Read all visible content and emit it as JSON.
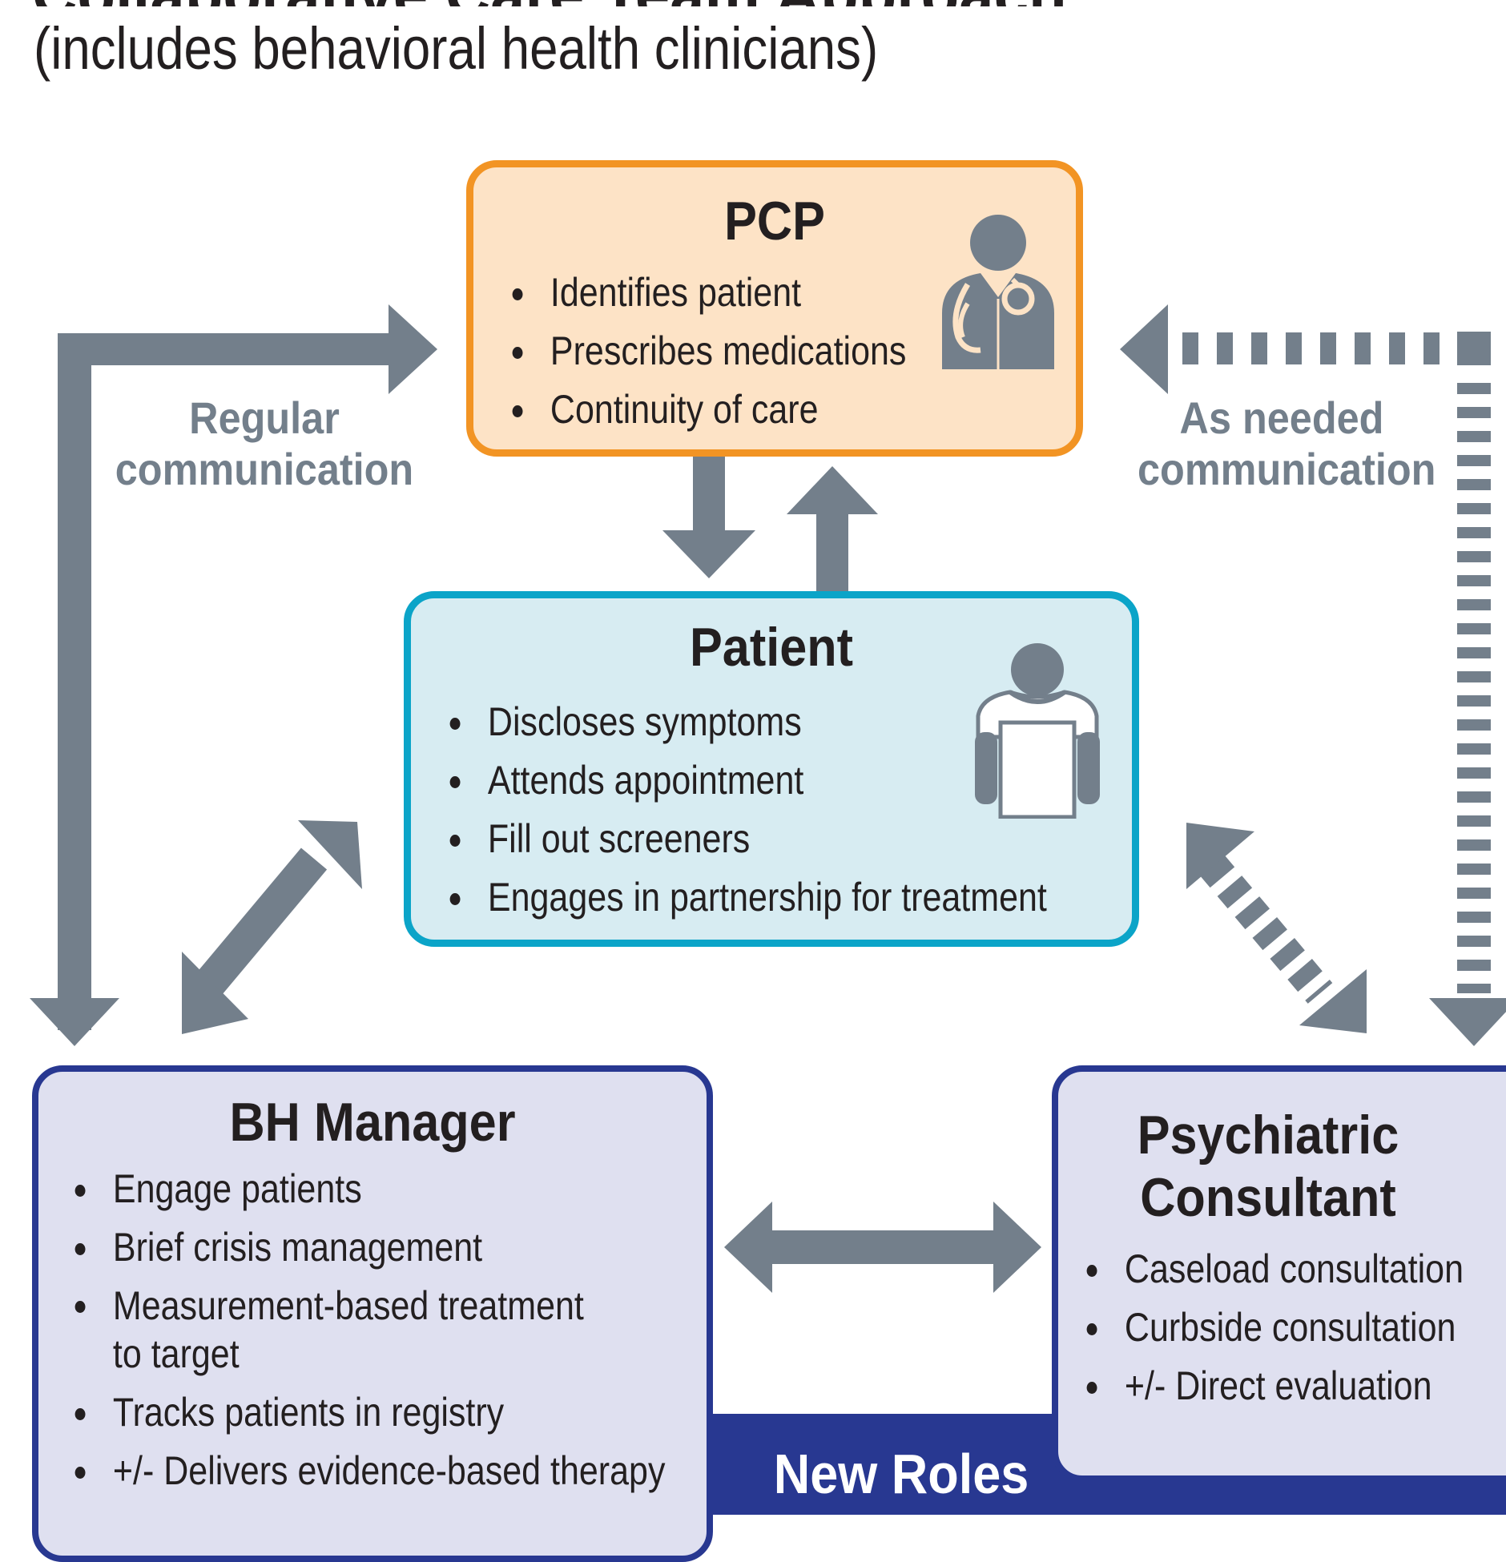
{
  "header": {
    "title_partial": "Collaborative Care Team Approach",
    "subtitle": "(includes behavioral health clinicians)"
  },
  "pcp": {
    "title": "PCP",
    "items": [
      "Identifies patient",
      "Prescribes medications",
      "Continuity of care"
    ],
    "icon": "doctor-icon"
  },
  "patient": {
    "title": "Patient",
    "items": [
      "Discloses symptoms",
      "Attends appointment",
      "Fill out screeners",
      "Engages in partnership for treatment"
    ],
    "icon": "patient-icon"
  },
  "bh_manager": {
    "title": "BH Manager",
    "items": [
      "Engage patients",
      "Brief crisis management",
      "Measurement-based treatment to target",
      "Tracks patients in registry",
      "+/- Delivers evidence-based therapy"
    ]
  },
  "psychiatric_consultant": {
    "title_line1": "Psychiatric",
    "title_line2": "Consultant",
    "items": [
      "Caseload consultation",
      "Curbside consultation",
      "+/- Direct evaluation"
    ]
  },
  "labels": {
    "regular_line1": "Regular",
    "regular_line2": "communication",
    "as_needed_line1": "As needed",
    "as_needed_line2": "communication",
    "new_roles": "New Roles"
  },
  "colors": {
    "arrow": "#737f8b",
    "pcp_border": "#f29424",
    "pcp_fill": "#fde3c6",
    "patient_border": "#0ba4c8",
    "patient_fill": "#d7ecf2",
    "role_border": "#283891",
    "role_fill": "#dfe0f0",
    "new_roles_band": "#283891"
  }
}
